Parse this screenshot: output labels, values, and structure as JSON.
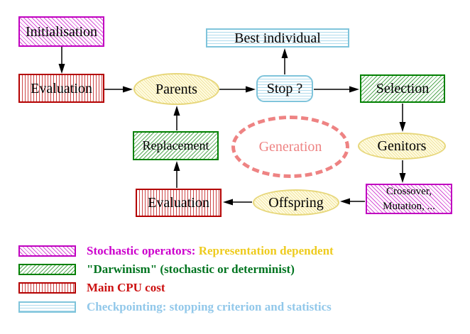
{
  "diagram": {
    "nodes": {
      "initialisation": {
        "label": "Initialisation"
      },
      "evaluation_top": {
        "label": "Evaluation"
      },
      "parents": {
        "label": "Parents"
      },
      "best_individual": {
        "label": "Best individual"
      },
      "stop": {
        "label": "Stop ?"
      },
      "selection": {
        "label": "Selection"
      },
      "genitors": {
        "label": "Genitors"
      },
      "crossover_mutation": {
        "line1": "Crossover,",
        "line2": "Mutation, ..."
      },
      "offspring": {
        "label": "Offspring"
      },
      "evaluation_bottom": {
        "label": "Evaluation"
      },
      "replacement": {
        "label": "Replacement"
      },
      "generation": {
        "label": "Generation"
      }
    }
  },
  "legend": {
    "items": [
      {
        "swatch": "magenta-diagonal-hatch",
        "label": "Stochastic operators:",
        "label_color": "#cc00cc",
        "suffix": "Representation dependent",
        "suffix_color": "#eecb1e"
      },
      {
        "swatch": "green-diagonal-hatch",
        "label": "\"Darwinism\" (stochastic or determinist)",
        "label_color": "#00741f"
      },
      {
        "swatch": "red-vertical-stripes",
        "label": "Main CPU cost",
        "label_color": "#cc1111"
      },
      {
        "swatch": "cyan-horizontal-stripes",
        "label": "Checkpointing: stopping criterion and statistics",
        "label_color": "#92c8ea"
      }
    ]
  },
  "colors": {
    "stochastic_magenta": "#c000c0",
    "darwinism_green": "#008000",
    "cpu_red": "#b40000",
    "checkpoint_cyan": "#7fc4db",
    "node_yellow_border": "#e7d77b",
    "generation_salmon": "#ee8383",
    "arrow_black": "#000000"
  }
}
